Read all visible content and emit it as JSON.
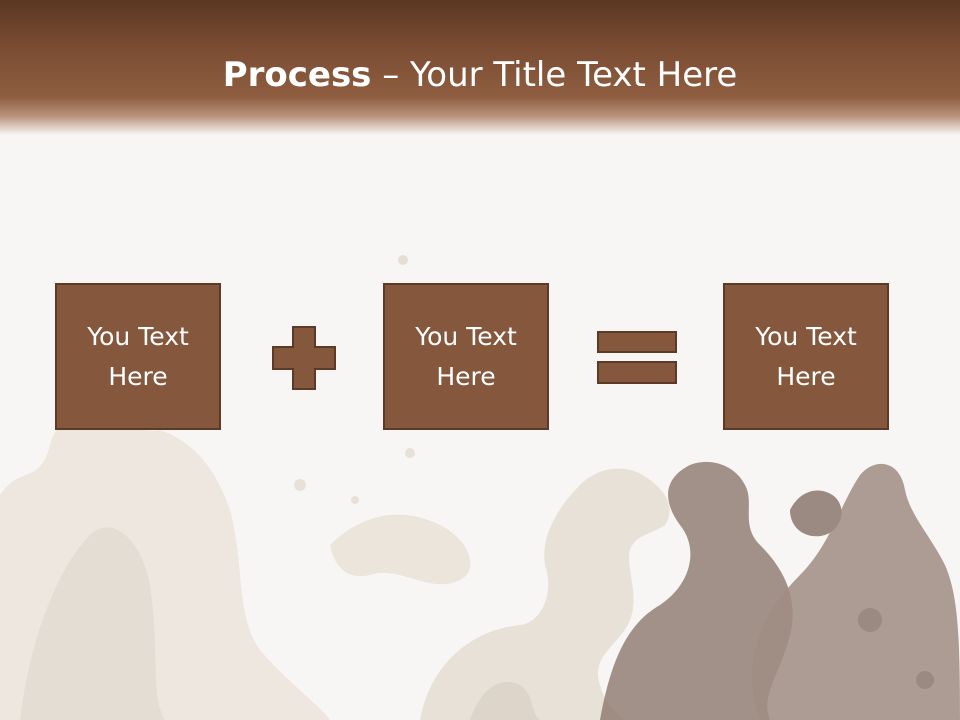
{
  "slide": {
    "title_bold": "Process",
    "title_rest": " – Your Title Text Here"
  },
  "boxes": [
    {
      "text": "You Text Here"
    },
    {
      "text": "You Text Here"
    },
    {
      "text": "You Text Here"
    }
  ],
  "operators": {
    "plus": "plus-icon",
    "equals": "equals-icon"
  },
  "colors": {
    "header": "#8f5e41",
    "box_fill": "#85573d",
    "box_border": "#5b3a27",
    "background": "#f8f6f4"
  }
}
